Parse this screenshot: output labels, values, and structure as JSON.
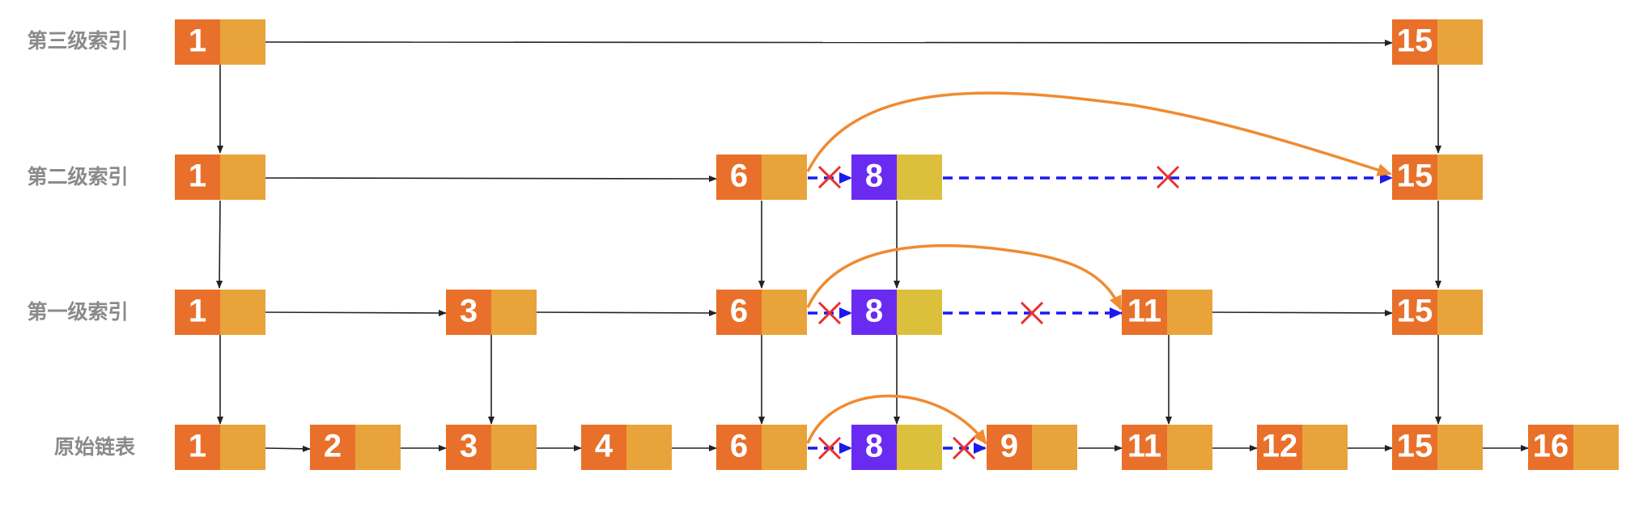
{
  "levels": [
    {
      "label": "第三级索引",
      "nodes": [
        1,
        15
      ]
    },
    {
      "label": "第二级索引",
      "nodes": [
        1,
        6,
        8,
        15
      ]
    },
    {
      "label": "第一级索引",
      "nodes": [
        1,
        3,
        6,
        8,
        11,
        15
      ]
    },
    {
      "label": "原始链表",
      "nodes": [
        1,
        2,
        3,
        4,
        6,
        8,
        9,
        11,
        12,
        15,
        16
      ]
    }
  ],
  "deleted_key": 8,
  "colors": {
    "node_key": "#E8702A",
    "node_ptr": "#E8A33A",
    "deleted_key": "#6A2BF0",
    "deleted_ptr": "#DCC03C",
    "old_link": "#1A1AF0",
    "new_link": "#F08A30",
    "cross": "#E83030",
    "arrow": "#222222",
    "label": "#8A8A8A"
  }
}
